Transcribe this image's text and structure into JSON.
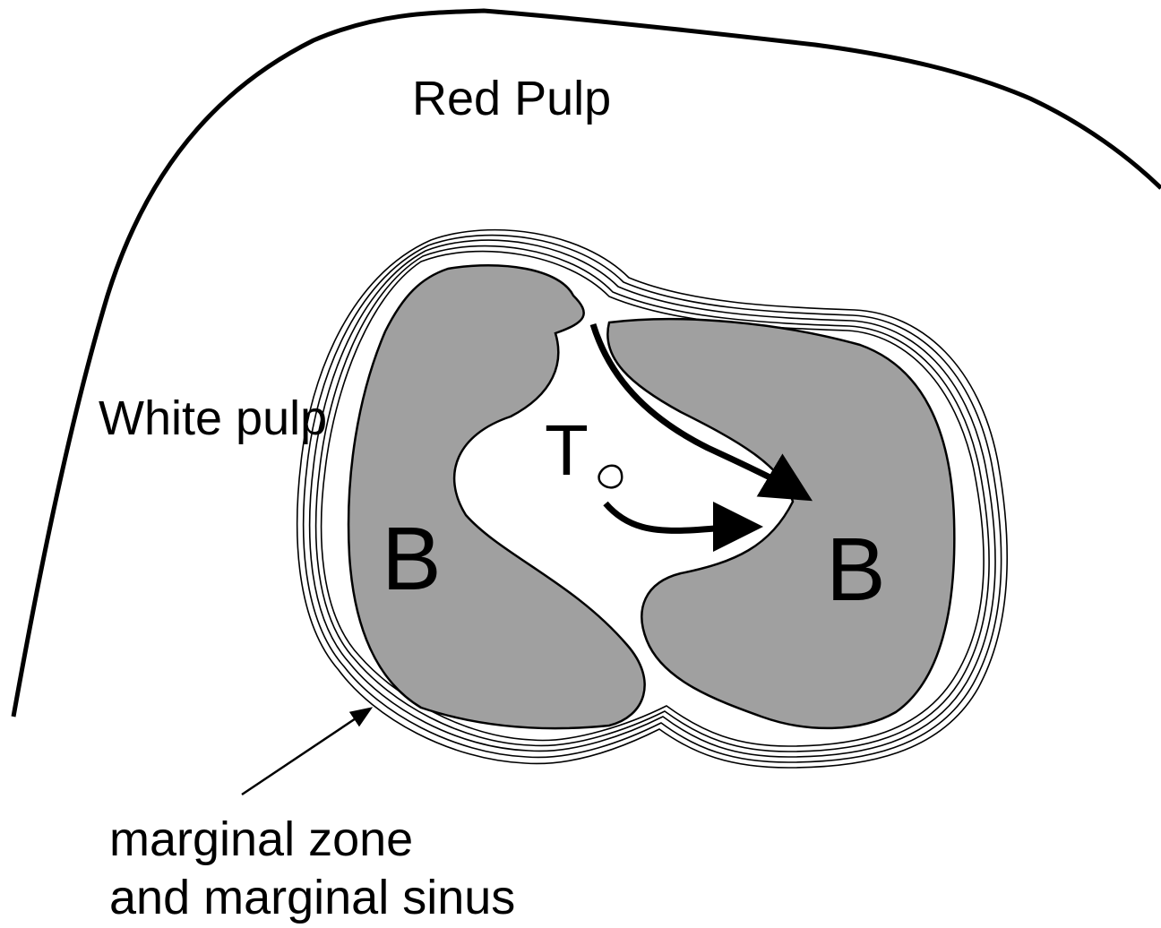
{
  "labels": {
    "red_pulp": "Red Pulp",
    "white_pulp": "White pulp",
    "t_zone": "T",
    "b_left": "B",
    "b_right": "B",
    "marginal_line1": "marginal zone",
    "marginal_line2": "and marginal sinus"
  },
  "colors": {
    "follicle_fill": "#a0a0a0",
    "outline": "#000000",
    "background": "#ffffff"
  }
}
